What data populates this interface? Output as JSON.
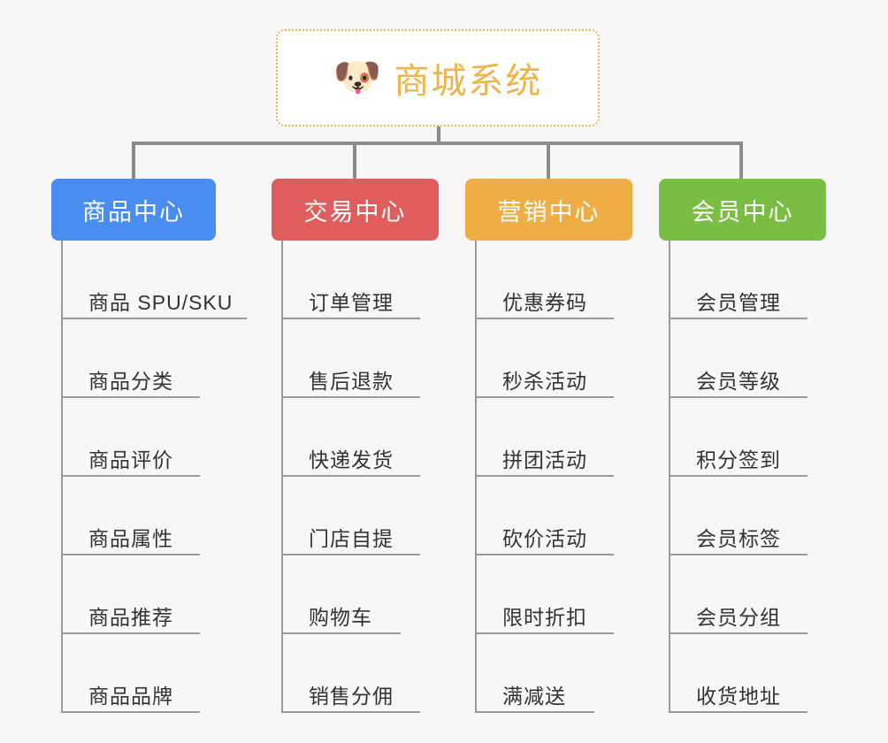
{
  "diagram": {
    "type": "org-chart",
    "background_color": "#f7f7f7",
    "line_color": "#8c8c8c",
    "root": {
      "icon": "shiba-dog-emoji",
      "icon_glyph": "🐶",
      "title": "商城系统",
      "text_color": "#edb44b",
      "border_color": "#edb44b",
      "border_style": "dotted",
      "background_color": "#ffffff"
    },
    "categories": [
      {
        "label": "商品中心",
        "color": "#4a8df0",
        "text_color": "#ffffff",
        "items": [
          "商品 SPU/SKU",
          "商品分类",
          "商品评价",
          "商品属性",
          "商品推荐",
          "商品品牌"
        ]
      },
      {
        "label": "交易中心",
        "color": "#e05d5d",
        "text_color": "#ffffff",
        "items": [
          "订单管理",
          "售后退款",
          "快递发货",
          "门店自提",
          "购物车",
          "销售分佣"
        ]
      },
      {
        "label": "营销中心",
        "color": "#eead45",
        "text_color": "#ffffff",
        "items": [
          "优惠券码",
          "秒杀活动",
          "拼团活动",
          "砍价活动",
          "限时折扣",
          "满减送"
        ]
      },
      {
        "label": "会员中心",
        "color": "#79bd42",
        "text_color": "#ffffff",
        "items": [
          "会员管理",
          "会员等级",
          "积分签到",
          "会员标签",
          "会员分组",
          "收货地址"
        ]
      }
    ]
  }
}
